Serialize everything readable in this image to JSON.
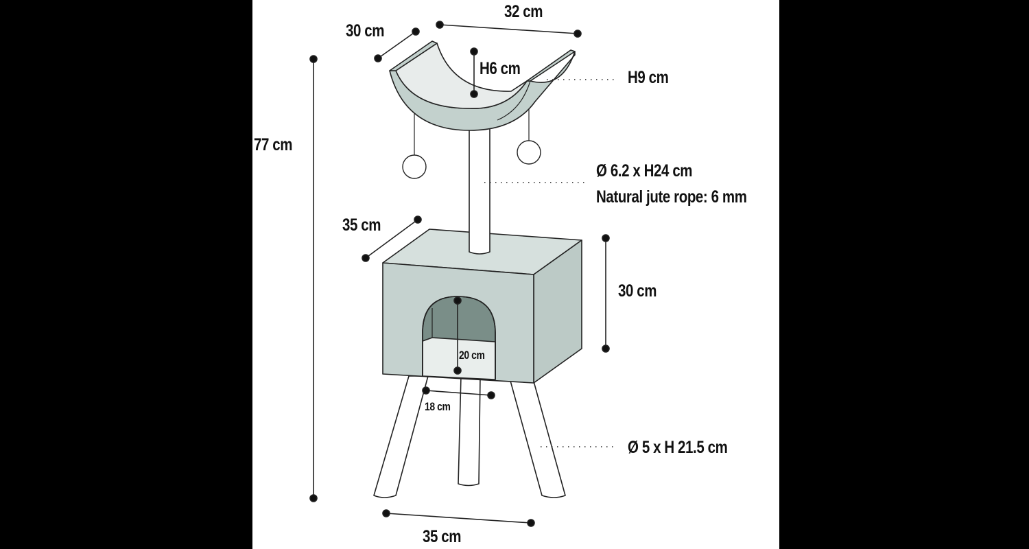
{
  "diagram": {
    "subject": "Cat scratching tree with cradle, scratching post and cube house on legs",
    "colors": {
      "background": "#000000",
      "panel": "#ffffff",
      "outline": "#222222",
      "box_front": "#c5d2cf",
      "box_top": "#d6e0dd",
      "box_side": "#bccac6",
      "house_interior": "#7a8e88",
      "house_floor": "#e9eeec",
      "cradle_inner": "#e8eceb",
      "cradle_edge": "#c3d1cd"
    },
    "labels": {
      "total_height": "77 cm",
      "cradle_depth": "30 cm",
      "cradle_width": "32 cm",
      "cradle_inner_height": "H6 cm",
      "cradle_height": "H9 cm",
      "post_size": "Ø 6.2 x H24 cm",
      "post_rope": "Natural jute rope: 6 mm",
      "house_depth": "35 cm",
      "house_height": "30 cm",
      "entrance_height": "20 cm",
      "entrance_width": "18 cm",
      "leg_size": "Ø 5 x H 21.5 cm",
      "base_width": "35 cm"
    }
  }
}
